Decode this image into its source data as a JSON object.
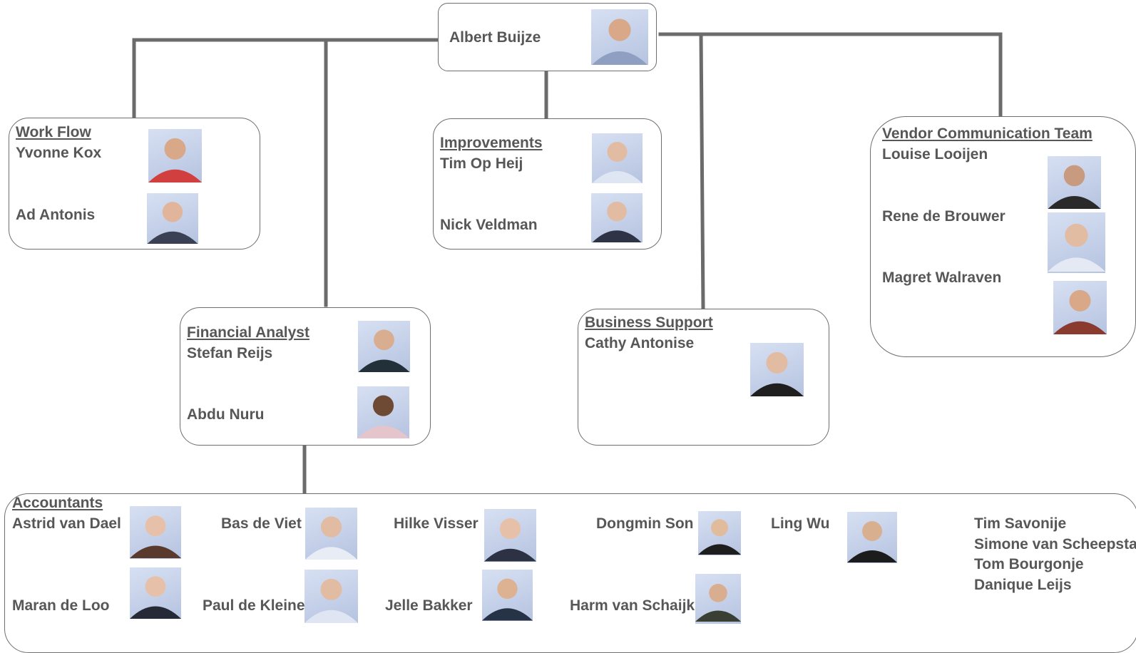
{
  "ceo": {
    "name": "Albert Buijze"
  },
  "workflow": {
    "title": "Work Flow",
    "members": [
      "Yvonne Kox",
      "Ad Antonis"
    ]
  },
  "improvements": {
    "title": "Improvements",
    "members": [
      "Tim Op Heij",
      "Nick Veldman"
    ]
  },
  "vendor": {
    "title": "Vendor Communication Team",
    "members": [
      "Louise Looijen",
      "Rene de Brouwer",
      "Magret Walraven"
    ]
  },
  "financial": {
    "title": "Financial Analyst",
    "members": [
      "Stefan Reijs",
      "Abdu Nuru"
    ]
  },
  "business": {
    "title": "Business Support",
    "members": [
      "Cathy Antonise"
    ]
  },
  "accountants": {
    "title": "Accountants",
    "members": [
      "Astrid van Dael",
      "Bas de Viet",
      "Hilke Visser",
      "Dongmin Son",
      "Ling Wu",
      "Maran de Loo",
      "Paul de Kleine",
      "Jelle Bakker",
      "Harm van Schaijk"
    ],
    "others": [
      "Tim Savonije",
      "Simone van Scheepstal",
      "Tom Bourgonje",
      "Danique Leijs"
    ]
  },
  "colors": {
    "connector": "#6b6b6b",
    "border": "#6e6e6e",
    "text": "#575757",
    "photo_bg": "#c9d4ec"
  },
  "icons": {
    "portrait": "person-photo-icon"
  }
}
